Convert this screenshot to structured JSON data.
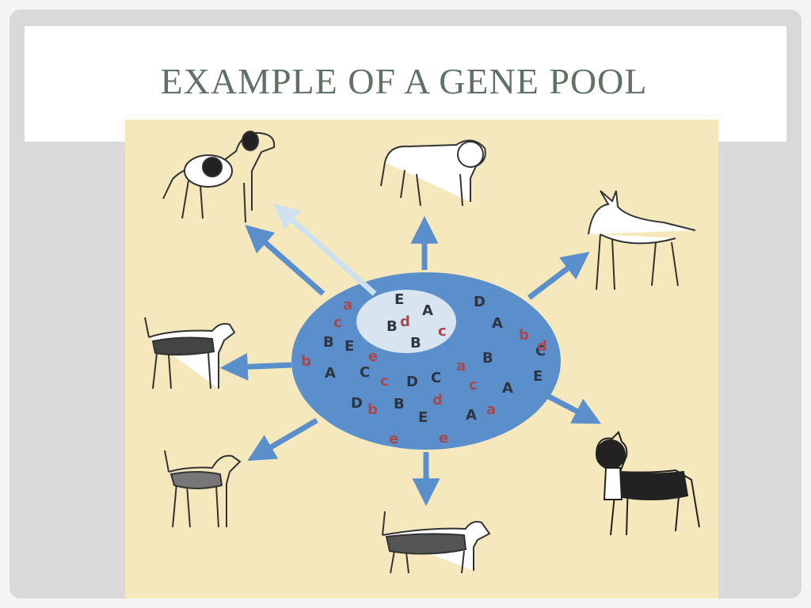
{
  "slide": {
    "title": "EXAMPLE OF A GENE POOL"
  },
  "colors": {
    "background": "#d9d9d9",
    "title_box": "#ffffff",
    "title_text": "#5f7163",
    "diagram_background": "#f5e8bd",
    "pool": "#5b8fcb",
    "inner_pool": "#d8e4f0",
    "arrow": "#5b8fcb",
    "uppercase_allele": "#2e3440",
    "lowercase_allele": "#a8474d"
  },
  "diagram": {
    "inner_pool_alleles": [
      "E",
      "A",
      "B",
      "d",
      "c",
      "B"
    ],
    "outer_pool_alleles": [
      "a",
      "c",
      "D",
      "A",
      "b",
      "B",
      "E",
      "C",
      "d",
      "b",
      "A",
      "C",
      "e",
      "c",
      "D",
      "C",
      "a",
      "B",
      "E",
      "c",
      "A",
      "D",
      "b",
      "B",
      "d",
      "A",
      "a",
      "E",
      "e",
      "e"
    ],
    "dog_icons": [
      "spaniel-dog-icon",
      "bulldog-icon",
      "bull-terrier-icon",
      "beagle-icon",
      "boston-terrier-icon",
      "airedale-terrier-icon",
      "basset-hound-icon"
    ]
  }
}
